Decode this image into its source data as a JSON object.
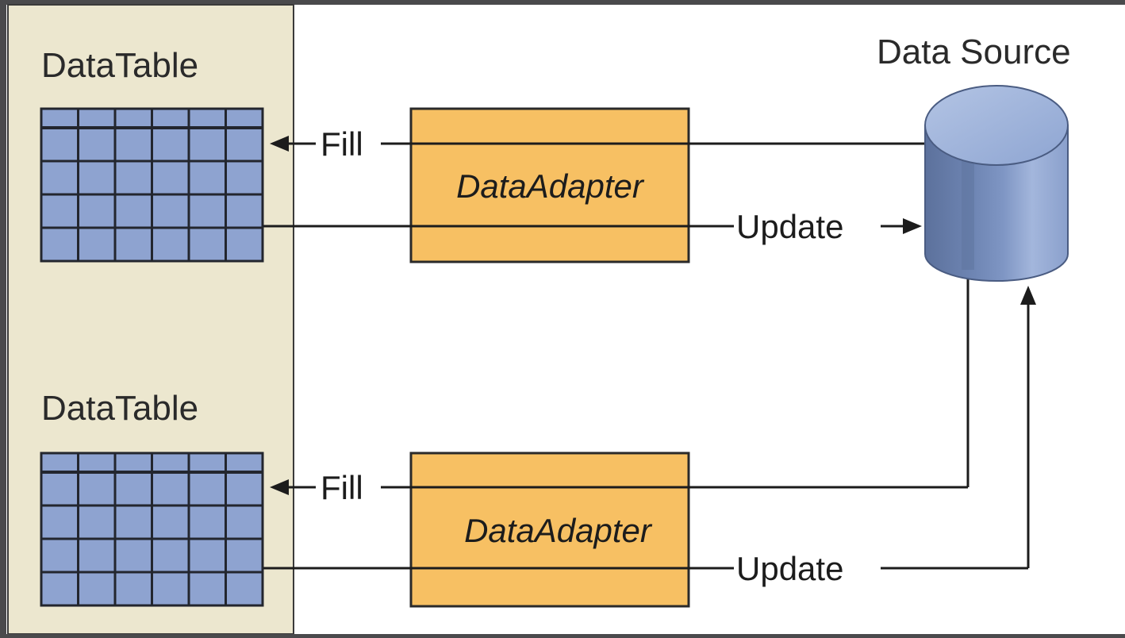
{
  "diagram": {
    "tables": [
      {
        "title": "DataTable",
        "fill_label": "Fill",
        "update_label": "Update",
        "adapter_label": "DataAdapter"
      },
      {
        "title": "DataTable",
        "fill_label": "Fill",
        "update_label": "Update",
        "adapter_label": "DataAdapter"
      }
    ],
    "data_source": {
      "label": "Data Source"
    },
    "colors": {
      "panel": "#ece7cf",
      "grid_cell": "#8ea3d0",
      "grid_line": "#23262e",
      "adapter": "#f7c063",
      "cylinder_side": "#7d95c3",
      "cylinder_top": "#9eb2d8",
      "canvas": "#ffffff",
      "frame": "#4a4a4c",
      "line": "#1c1c1c"
    }
  }
}
